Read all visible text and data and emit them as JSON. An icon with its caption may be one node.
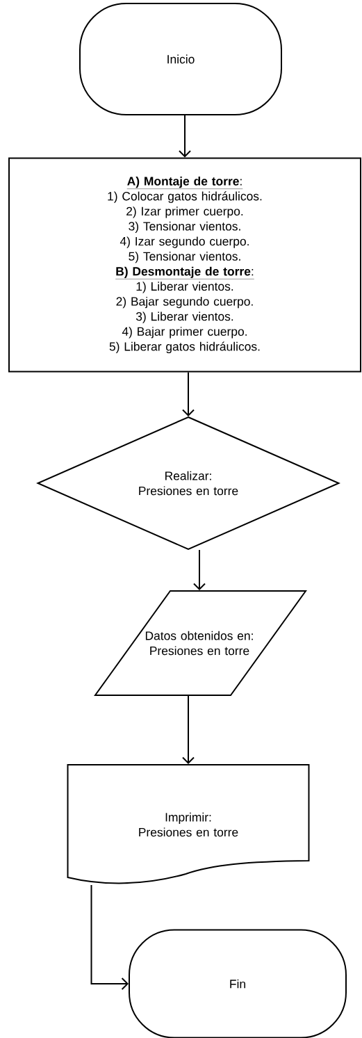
{
  "diagram": {
    "nodes": [
      {
        "text": [
          "Inicio"
        ]
      },
      {
        "text": [
          "**A) Montaje de torre**:",
          "1) Colocar gatos hidráulicos.",
          "2) Izar primer cuerpo.",
          "3) Tensionar vientos.",
          "4) Izar segundo cuerpo.",
          "5) Tensionar vientos.",
          "**B) Desmontaje de torre**:",
          "1) Liberar vientos.",
          "2) Bajar segundo cuerpo.",
          "3) Liberar vientos.",
          "4) Bajar primer cuerpo.",
          "5) Liberar gatos hidráulicos."
        ]
      },
      {
        "text": [
          "Realizar: Presiones en torre"
        ]
      },
      {
        "text": [
          "Datos obtenidos en: Presiones en torre"
        ]
      },
      {
        "text": [
          "Imprimir: Presiones en torre"
        ]
      },
      {
        "text": [
          "Fin"
        ]
      }
    ],
    "edges": [
      {
        "from": 0,
        "to": 1,
        "arrow": "to"
      },
      {
        "from": 1,
        "to": 2,
        "arrow": "to"
      },
      {
        "from": 2,
        "to": 3,
        "arrow": "to"
      },
      {
        "from": 3,
        "to": 4,
        "arrow": "to"
      },
      {
        "from": 4,
        "to": 5,
        "arrow": "to"
      }
    ]
  }
}
